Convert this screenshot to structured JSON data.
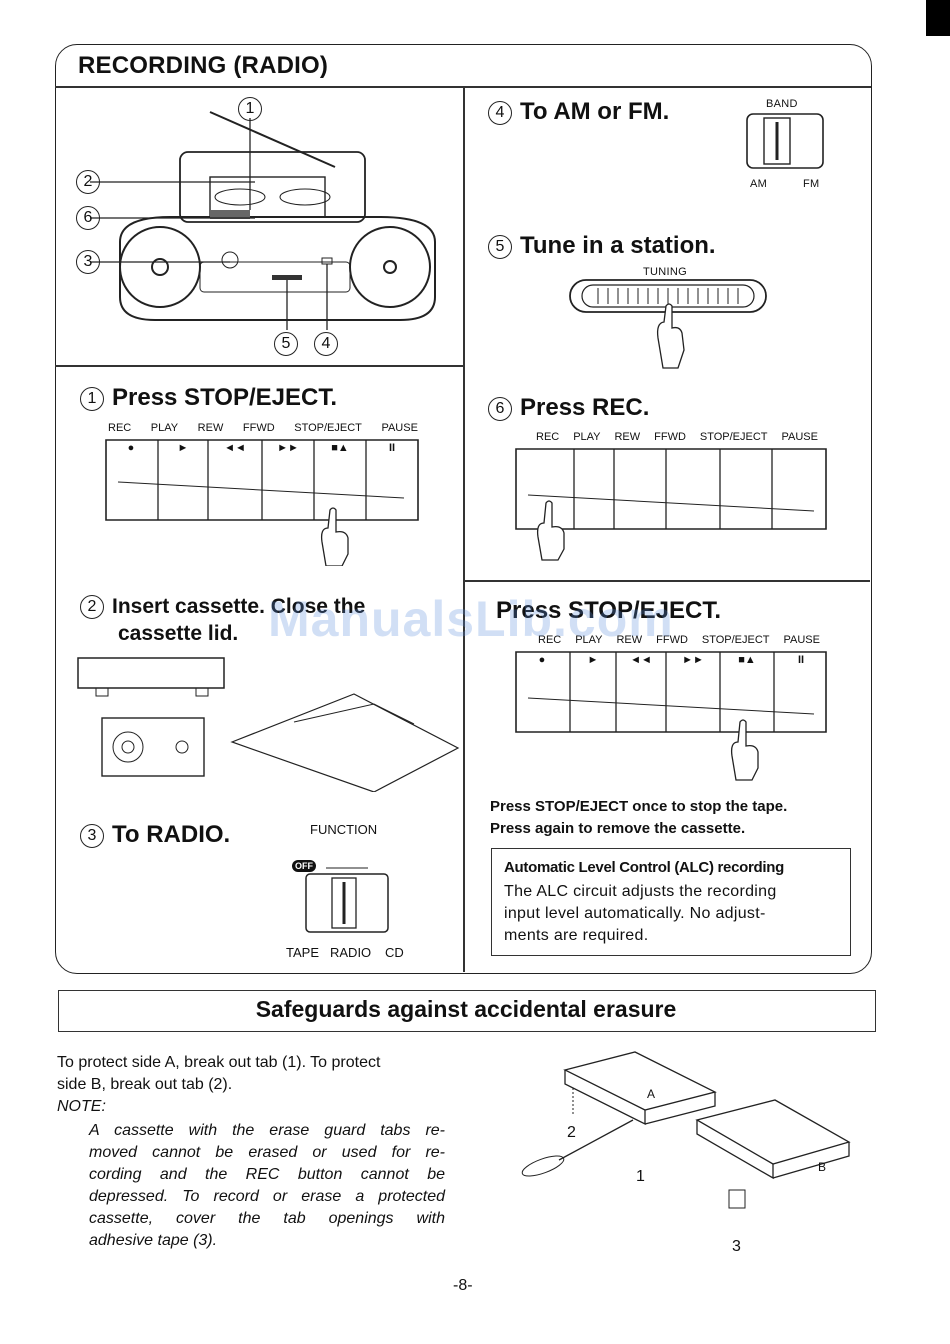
{
  "section_title": "RECORDING (RADIO)",
  "callouts": [
    "1",
    "2",
    "6",
    "3",
    "5",
    "4"
  ],
  "steps": {
    "s1": {
      "num": "1",
      "title": "Press STOP/EJECT."
    },
    "s2": {
      "num": "2",
      "title_line1": "Insert cassette. Close the",
      "title_line2": "cassette lid."
    },
    "s3": {
      "num": "3",
      "title": "To RADIO."
    },
    "s4": {
      "num": "4",
      "title": "To AM or FM."
    },
    "s5": {
      "num": "5",
      "title": "Tune in a station."
    },
    "s6": {
      "num": "6",
      "title": "Press REC."
    },
    "s7": {
      "title": "Press STOP/EJECT."
    }
  },
  "keys": [
    "REC",
    "PLAY",
    "REW",
    "FFWD",
    "STOP/EJECT",
    "PAUSE"
  ],
  "key_symbols": [
    "●",
    "►",
    "◄◄",
    "►►",
    "■▲",
    "II"
  ],
  "band": {
    "label": "BAND",
    "am": "AM",
    "fm": "FM"
  },
  "tuning_label": "TUNING",
  "function": {
    "label": "FUNCTION",
    "off": "OFF",
    "tape": "TAPE",
    "radio": "RADIO",
    "cd": "CD"
  },
  "stop_note_line1": "Press STOP/EJECT once to stop the tape.",
  "stop_note_line2": "Press again to remove the cassette.",
  "alc": {
    "title": "Automatic Level Control (ALC) recording",
    "line1": "The ALC circuit adjusts the recording",
    "line2": "input level automatically. No adjust-",
    "line3": "ments are required."
  },
  "safeguards_title": "Safeguards against accidental erasure",
  "protect_line1": "To protect side A, break out tab (1). To protect",
  "protect_line2": "side B, break out tab (2).",
  "note_label": "NOTE:",
  "note_lines": [
    "A cassette with the erase guard tabs re-",
    "moved cannot be erased or used for re-",
    "cording and the REC button cannot be",
    "depressed. To record or erase a protected",
    "cassette, cover the tab openings with",
    "adhesive tape (3)."
  ],
  "cassette_labels": {
    "a": "A",
    "b": "B",
    "t1": "1",
    "t2": "2",
    "t3": "3"
  },
  "watermark": "ManualsLib.com",
  "page_number": "-8-"
}
